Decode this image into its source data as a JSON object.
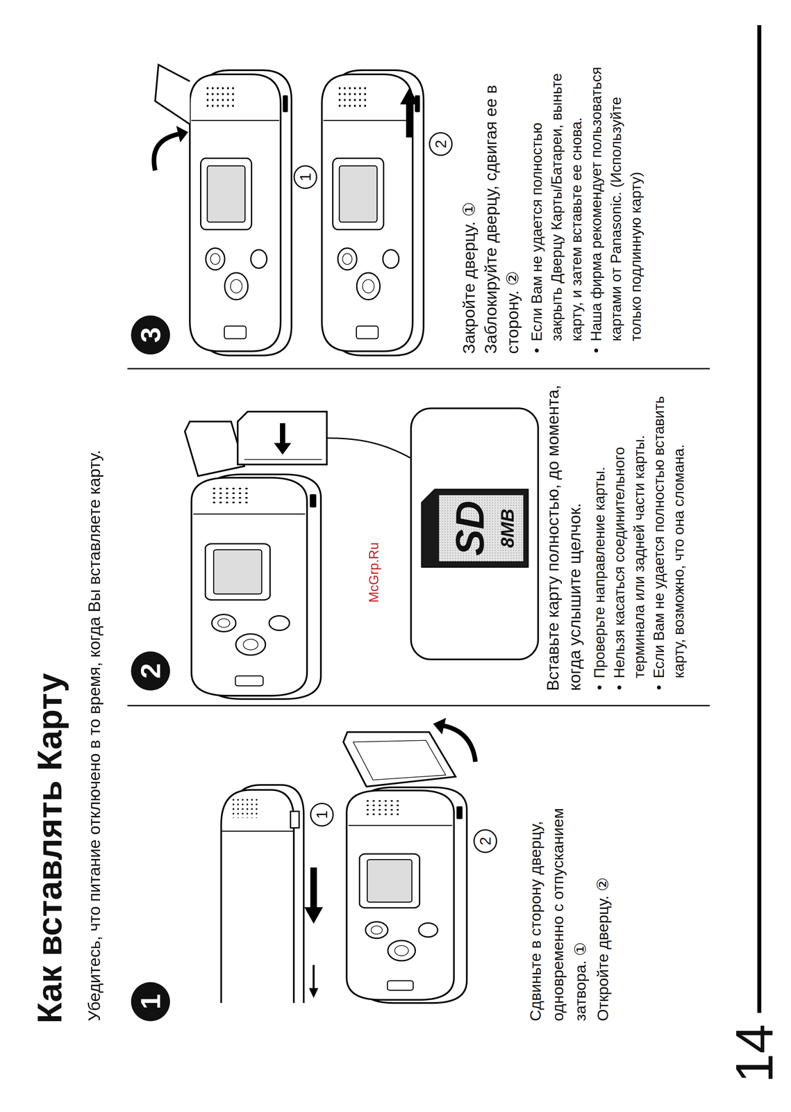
{
  "diagram": {
    "title": "Как вставлять Карту",
    "nodes": [
      {
        "text": [
          "1"
        ]
      },
      {
        "text": [
          "1"
        ]
      },
      {
        "text": [
          "2"
        ]
      },
      {
        "text": [
          "2"
        ]
      },
      {
        "text": [
          "3"
        ]
      },
      {
        "text": [
          "1"
        ]
      },
      {
        "text": [
          "2"
        ]
      }
    ],
    "labels": [
      "Убедитесь, что питание отключено в то время, когда Вы вставляете карту.",
      "Сдвиньте в сторону дверцу, одновременно с отпусканием затвора. ①",
      "Откройте дверцу. ②",
      "McGrp.Ru",
      "SD",
      "8MB",
      "Вставьте карту полностью, до момента, когда услышите щелчок.",
      "Проверьте направление карты.",
      "Нельзя касаться соединительного терминала или задней части карты.",
      "Если Вам не удается полностью вставить карту, возможно, что она сломана.",
      "Закройте дверцу. ①",
      "Заблокируйте дверцу, сдвигая ее в сторону. ②",
      "Если Вам не удается полностью закрыть Дверцу Карты/Батареи, выньте карту, и затем вставьте ее снова.",
      "Наша фирма рекомендует пользоваться картами от Panasonic. (Используйте только подлинную карту)",
      "14"
    ]
  }
}
